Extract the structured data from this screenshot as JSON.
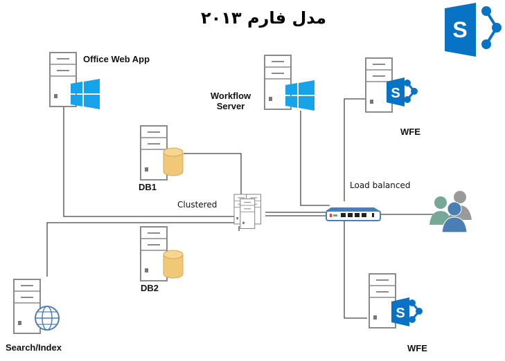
{
  "title": "مدل فارم ۲۰۱۳",
  "nodes": {
    "office_web_app": "Office Web App",
    "workflow_server": [
      "Workflow",
      "Server"
    ],
    "wfe_top": "WFE",
    "wfe_bottom": "WFE",
    "db1": "DB1",
    "db2": "DB2",
    "clustered": "Clustered",
    "load_balanced": "Load balanced",
    "search_index": "Search/Index"
  },
  "logo": "S",
  "colors": {
    "sharepoint": "#0872c4",
    "windows": "#16a3ea",
    "db": "#f0c878",
    "switch": "#4a7fb5",
    "server": "#8a8a8a"
  }
}
